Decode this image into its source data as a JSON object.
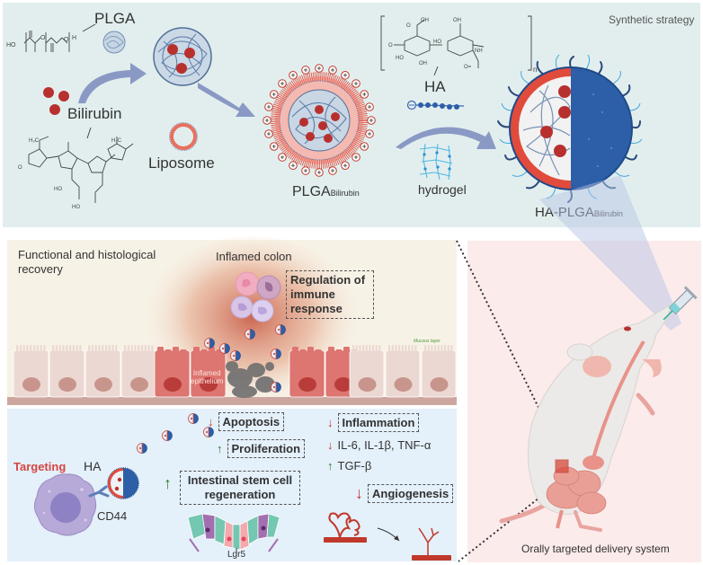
{
  "synthesis": {
    "title": "Synthetic strategy",
    "plga_label": "PLGA",
    "bilirubin_label": "Bilirubin",
    "liposome_label": "Liposome",
    "plga_bilirubin_main": "PLGA",
    "plga_bilirubin_sub": "Bilirubin",
    "ha_label": "HA",
    "hydrogel_label": "hydrogel",
    "ha_plga_main": "HA-PLGA",
    "ha_plga_sub": "Bilirubin",
    "ha_repeat_index": "n",
    "plga_formula_ho": "HO",
    "plga_formula_h": "H",
    "colors": {
      "nanoparticle_red": "#b8302e",
      "shell_blue": "#2d5fa8",
      "arrow": "#8a99c4",
      "liposome": "#e87060"
    }
  },
  "colon": {
    "recovery_label_line1": "Functional and histological",
    "recovery_label_line2": "recovery",
    "inflamed_label": "Inflamed colon",
    "immune_box_line1": "Regulation of",
    "immune_box_line2": "immune",
    "immune_box_line3": "response",
    "mucous_label": "Mucous layer",
    "inflamed_epithelium_line1": "Inflamed",
    "inflamed_epithelium_line2": "epithelium"
  },
  "effects": {
    "targeting_label": "Targeting",
    "ha_label": "HA",
    "cd44_label": "CD44",
    "apoptosis": {
      "label": "Apoptosis",
      "direction": "down"
    },
    "proliferation": {
      "label": "Proliferation",
      "direction": "up"
    },
    "stem_cell_line1": "Intestinal stem cell",
    "stem_cell_line2": "regeneration",
    "stem_cell_direction": "up",
    "lgr5_label": "Lgr5",
    "inflammation": {
      "label": "Inflammation",
      "direction": "down"
    },
    "cytokines": {
      "label": "IL-6, IL-1β, TNF-α",
      "direction": "down"
    },
    "tgf": {
      "label": "TGF-β",
      "direction": "up"
    },
    "angiogenesis": {
      "label": "Angiogenesis",
      "direction": "down"
    },
    "arrow_down": "↓",
    "arrow_up": "↑",
    "colors": {
      "down": "#c0392b",
      "up": "#2e7d32",
      "targeting": "#d64541"
    }
  },
  "mouse": {
    "delivery_label": "Orally targeted delivery system"
  }
}
